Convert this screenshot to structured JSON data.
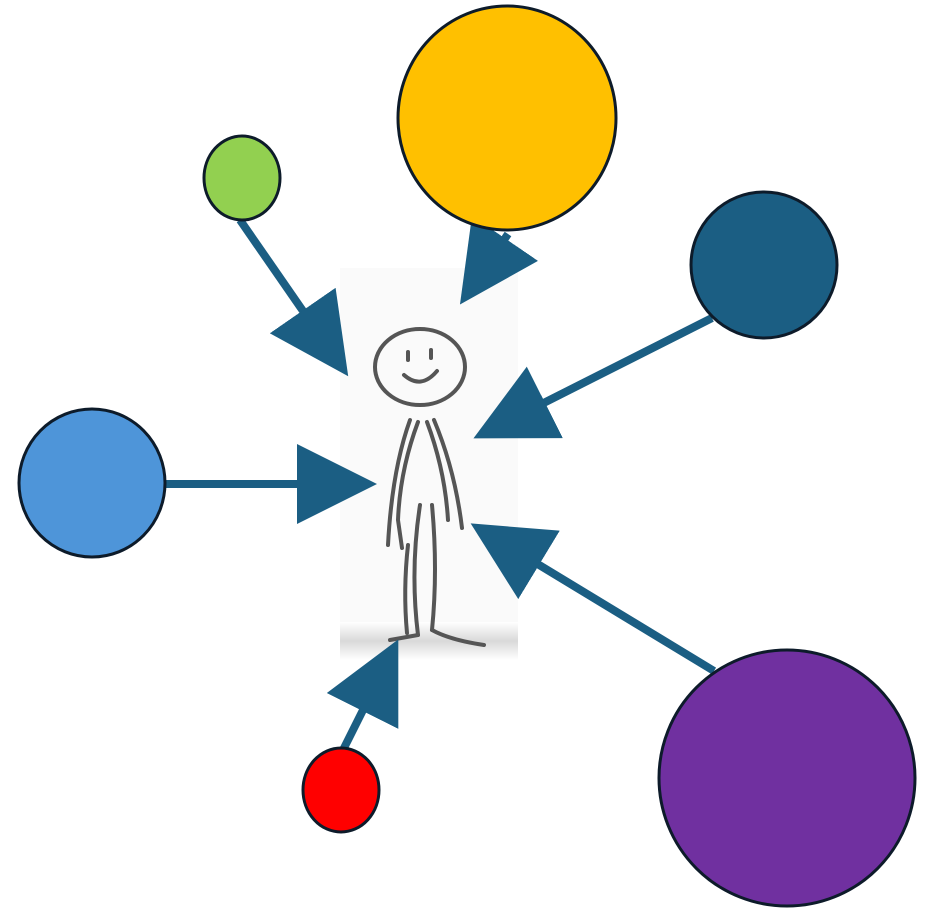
{
  "diagram": {
    "arrow_color": "#1b5e83",
    "circle_outline": "#0d1b2a",
    "figure": {
      "description_icon": "stick-figure-person",
      "ink_color": "#555555",
      "photo_backdrop": "#f2f2f2"
    },
    "nodes": [
      {
        "id": "green",
        "fill": "#92d050"
      },
      {
        "id": "yellow",
        "fill": "#ffc000"
      },
      {
        "id": "dark-blue",
        "fill": "#1b5e83"
      },
      {
        "id": "blue",
        "fill": "#4e95d9"
      },
      {
        "id": "red",
        "fill": "#ff0000"
      },
      {
        "id": "purple",
        "fill": "#7030a0"
      }
    ]
  }
}
